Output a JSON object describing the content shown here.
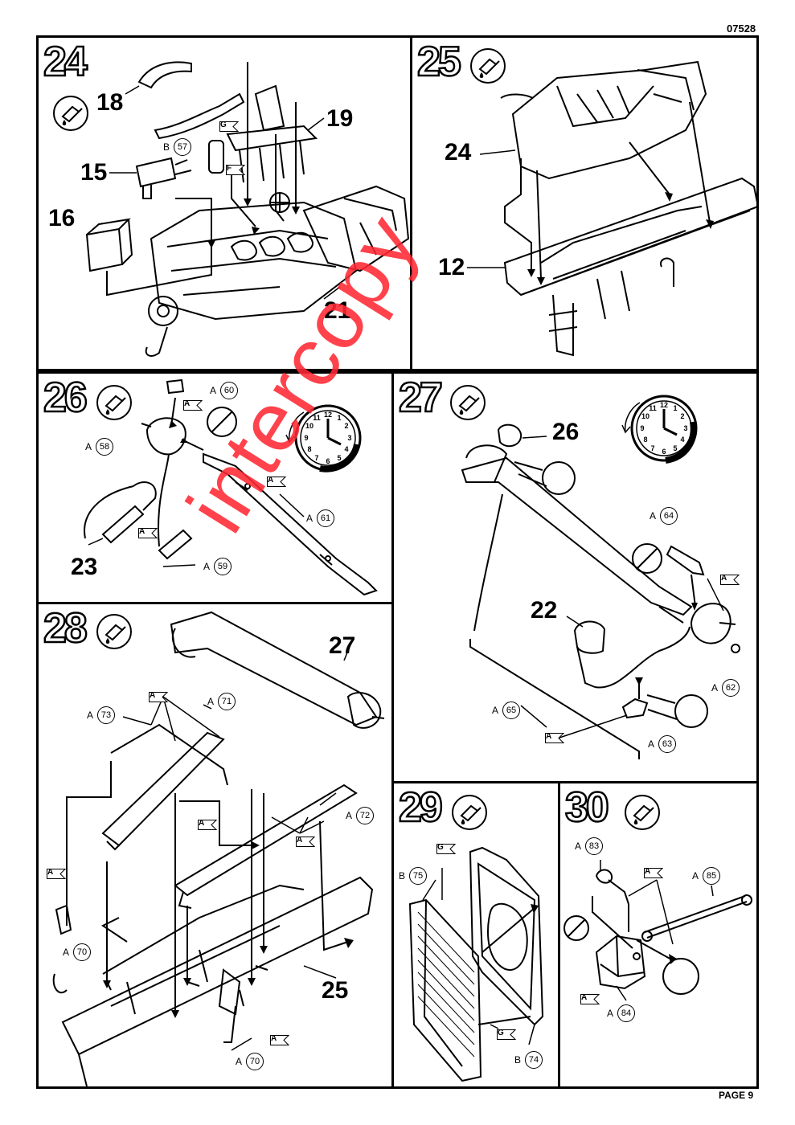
{
  "header": {
    "code": "07528"
  },
  "footer": {
    "page": "PAGE 9"
  },
  "watermark": "intercopy",
  "steps": {
    "s24": {
      "number": "24",
      "parts": {
        "p18": "18",
        "p19": "19",
        "p15": "15",
        "p16": "16",
        "p21": "21"
      },
      "callouts": {
        "c57": {
          "letter": "B",
          "num": "57"
        }
      },
      "flags": {
        "g": "G",
        "f": "F"
      }
    },
    "s25": {
      "number": "25",
      "parts": {
        "p24": "24",
        "p12": "12"
      }
    },
    "s26": {
      "number": "26",
      "parts": {
        "p23": "23"
      },
      "callouts": {
        "c60": {
          "letter": "A",
          "num": "60"
        },
        "c58": {
          "letter": "A",
          "num": "58"
        },
        "c61": {
          "letter": "A",
          "num": "61"
        },
        "c59": {
          "letter": "A",
          "num": "59"
        }
      },
      "flags": {
        "a1": "A",
        "a2": "A",
        "a3": "A"
      }
    },
    "s27": {
      "number": "27",
      "parts": {
        "p26": "26",
        "p22": "22"
      },
      "callouts": {
        "c64": {
          "letter": "A",
          "num": "64"
        },
        "c62": {
          "letter": "A",
          "num": "62"
        },
        "c65": {
          "letter": "A",
          "num": "65"
        },
        "c63": {
          "letter": "A",
          "num": "63"
        }
      },
      "flags": {
        "a1": "A",
        "a2": "A"
      }
    },
    "s28": {
      "number": "28",
      "parts": {
        "p27": "27",
        "p25": "25"
      },
      "callouts": {
        "c73": {
          "letter": "A",
          "num": "73"
        },
        "c71": {
          "letter": "A",
          "num": "71"
        },
        "c72": {
          "letter": "A",
          "num": "72"
        },
        "c70a": {
          "letter": "A",
          "num": "70"
        },
        "c70b": {
          "letter": "A",
          "num": "70"
        }
      },
      "flags": {
        "a1": "A",
        "a2": "A",
        "a3": "A",
        "a4": "A",
        "a5": "A"
      }
    },
    "s29": {
      "number": "29",
      "callouts": {
        "c75": {
          "letter": "B",
          "num": "75"
        },
        "c74": {
          "letter": "B",
          "num": "74"
        }
      },
      "flags": {
        "g1": "G",
        "g2": "G"
      }
    },
    "s30": {
      "number": "30",
      "callouts": {
        "c83": {
          "letter": "A",
          "num": "83"
        },
        "c85": {
          "letter": "A",
          "num": "85"
        },
        "c84": {
          "letter": "A",
          "num": "84"
        }
      },
      "flags": {
        "a1": "A",
        "a2": "A"
      }
    }
  }
}
